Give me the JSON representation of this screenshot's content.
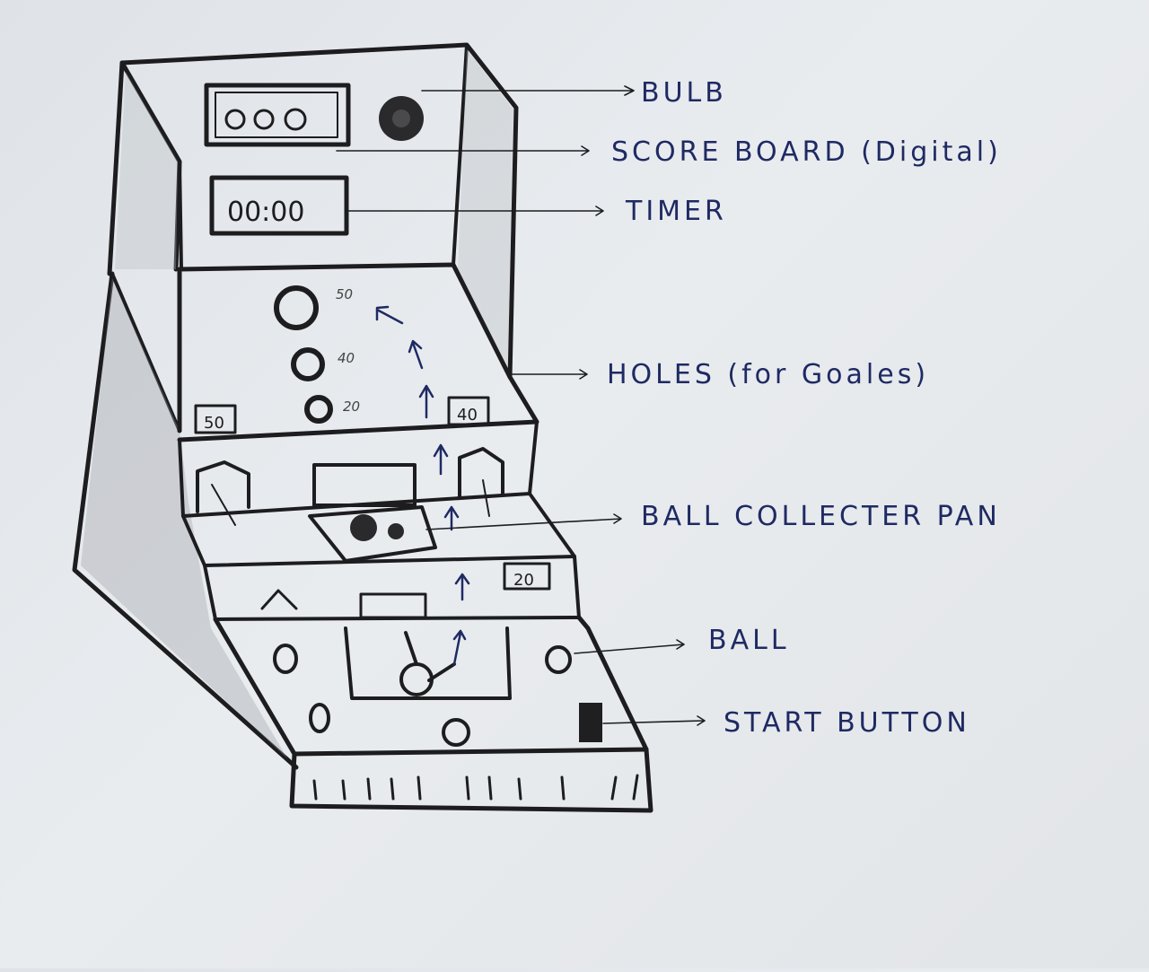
{
  "labels": {
    "bulb": "BULB",
    "score_board": "SCORE BOARD (Digital)",
    "timer": "TIMER",
    "holes": "HOLES (for Goales)",
    "ball_collector_pan": "BALL COLLECTER PAN",
    "ball": "BALL",
    "start_button": "START BUTTON"
  },
  "machine": {
    "score_display": "000",
    "timer_display": "00:00",
    "hole_points": [
      "50",
      "40",
      "20"
    ],
    "side_box_left": "50",
    "side_box_right": "40",
    "lower_box_right": "20"
  },
  "colors": {
    "pencil": "#1d1d1f",
    "pen": "#1f2a63",
    "paper": "#e6e9ec"
  }
}
